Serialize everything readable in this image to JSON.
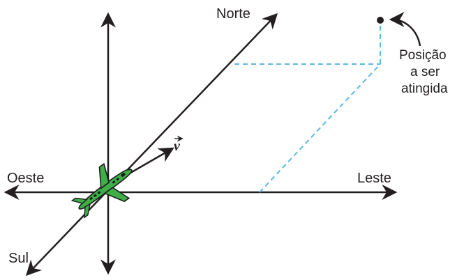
{
  "labels": {
    "north": "Norte",
    "south": "Sul",
    "east": "Leste",
    "west": "Oeste",
    "velocity": "v",
    "target_line1": "Posição",
    "target_line2": "a ser",
    "target_line3": "atingida"
  },
  "colors": {
    "axis": "#231f20",
    "dashed_guide": "#5bb7e6",
    "airplane_body": "#3fae49",
    "airplane_outline": "#1a1a1a"
  },
  "icons": {
    "airplane": "airplane-icon",
    "target_point": "target-dot"
  }
}
